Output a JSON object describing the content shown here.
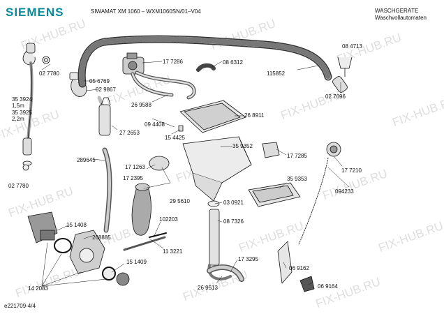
{
  "header": {
    "brand": "SIEMENS",
    "model_line": "SIWAMAT XM 1060 – WXM1060SN/01–V04",
    "category_line1": "WASCHGERÄTE",
    "category_line2": "Waschvollautomaten"
  },
  "footer": {
    "diagram_id": "e221709-4/4"
  },
  "watermark": "FIX-HUB.RU",
  "part_labels": [
    "02 7780",
    "05 6769",
    "02 9867",
    "35 3924",
    "1,5m",
    "35 3925",
    "2,2m",
    "27 2653",
    "289645",
    "02 7780",
    "17 7286",
    "26 9588",
    "09 4408",
    "15 4425",
    "08 6312",
    "115852",
    "08 4713",
    "02 7696",
    "26 8911",
    "35 9352",
    "17 7285",
    "17 7210",
    "35 9353",
    "094233",
    "17 1263",
    "17 2395",
    "29 5610",
    "03 0921",
    "08 7326",
    "102203",
    "11 3221",
    "15 1408",
    "268885",
    "15 1409",
    "14 2083",
    "17 3295",
    "26 9513",
    "06 9162",
    "06 9164"
  ]
}
